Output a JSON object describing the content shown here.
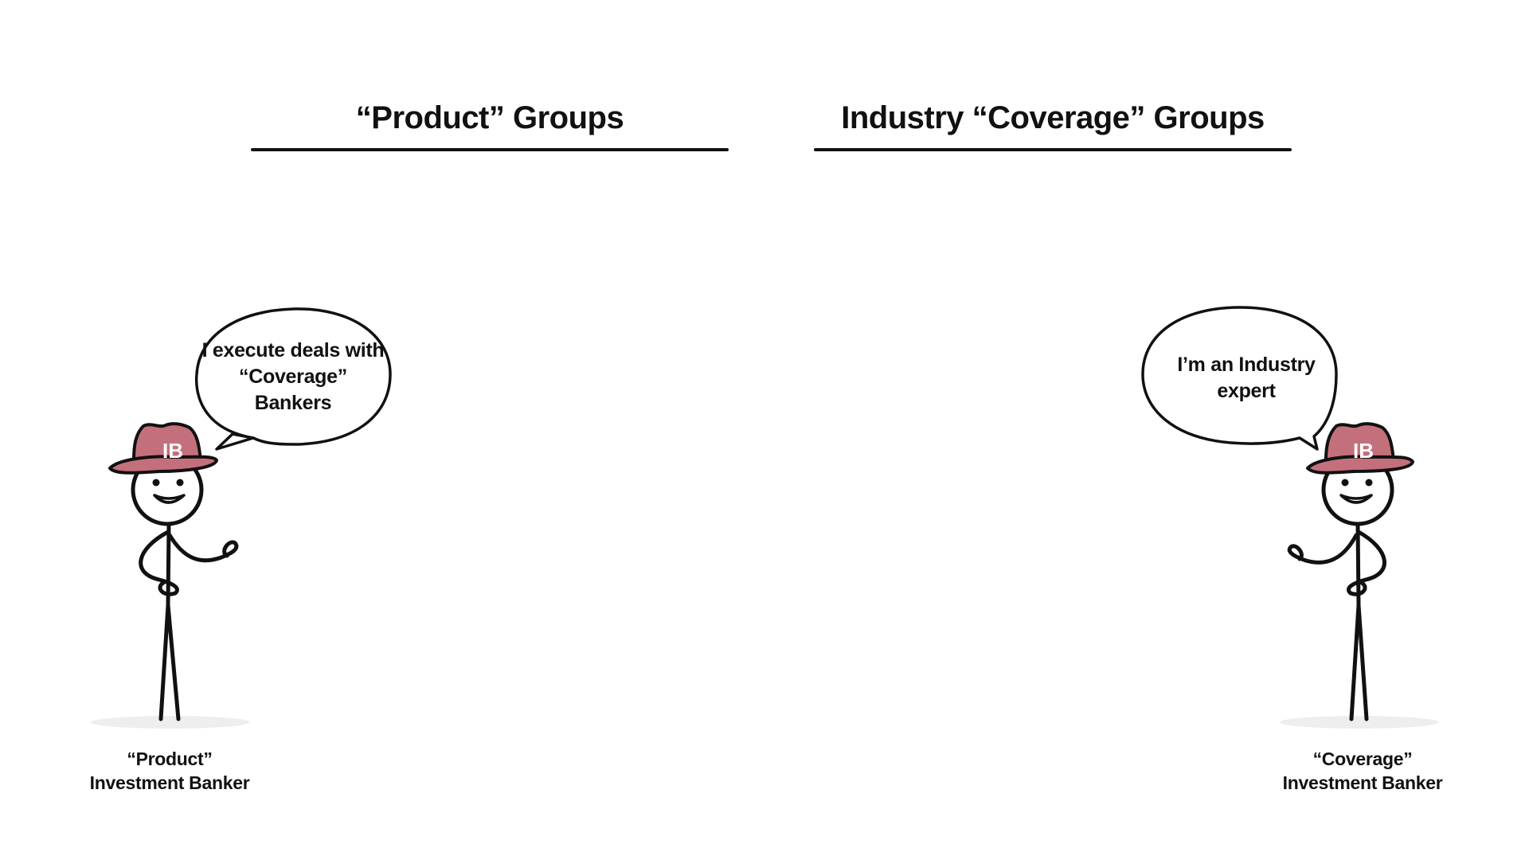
{
  "headers": {
    "product": "“Product” Groups",
    "coverage": "Industry “Coverage” Groups"
  },
  "left_banker": {
    "hat_text": "IB",
    "speech": "I execute deals with “Coverage” Bankers",
    "caption_line1": "“Product”",
    "caption_line2": "Investment Banker"
  },
  "right_banker": {
    "hat_text": "IB",
    "speech": "I’m an Industry expert",
    "caption_line1": "“Coverage”",
    "caption_line2": "Investment Banker"
  },
  "colors": {
    "hat": "#c4707c",
    "ink": "#111111",
    "shadow": "#eeeeee"
  }
}
